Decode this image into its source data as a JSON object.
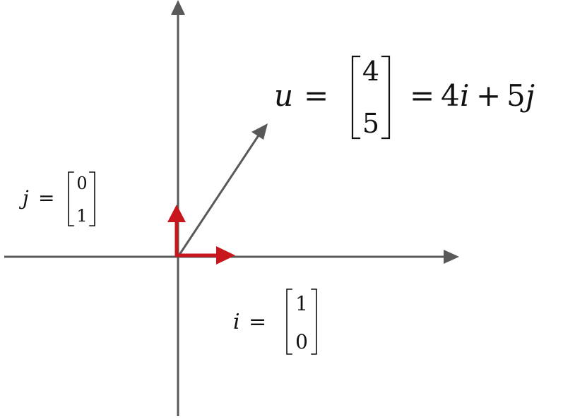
{
  "colors": {
    "axis": "#595959",
    "basis": "#c8161d",
    "text": "#111111"
  },
  "vector_u": {
    "name": "u",
    "equals": "=",
    "components": [
      "4",
      "5"
    ],
    "equals2": "=",
    "coef_i": "4",
    "var_i": "i",
    "plus": "+",
    "coef_j": "5",
    "var_j": "j"
  },
  "basis_j": {
    "name": "j",
    "equals": "=",
    "components": [
      "0",
      "1"
    ]
  },
  "basis_i": {
    "name": "i",
    "equals": "=",
    "components": [
      "1",
      "0"
    ]
  }
}
